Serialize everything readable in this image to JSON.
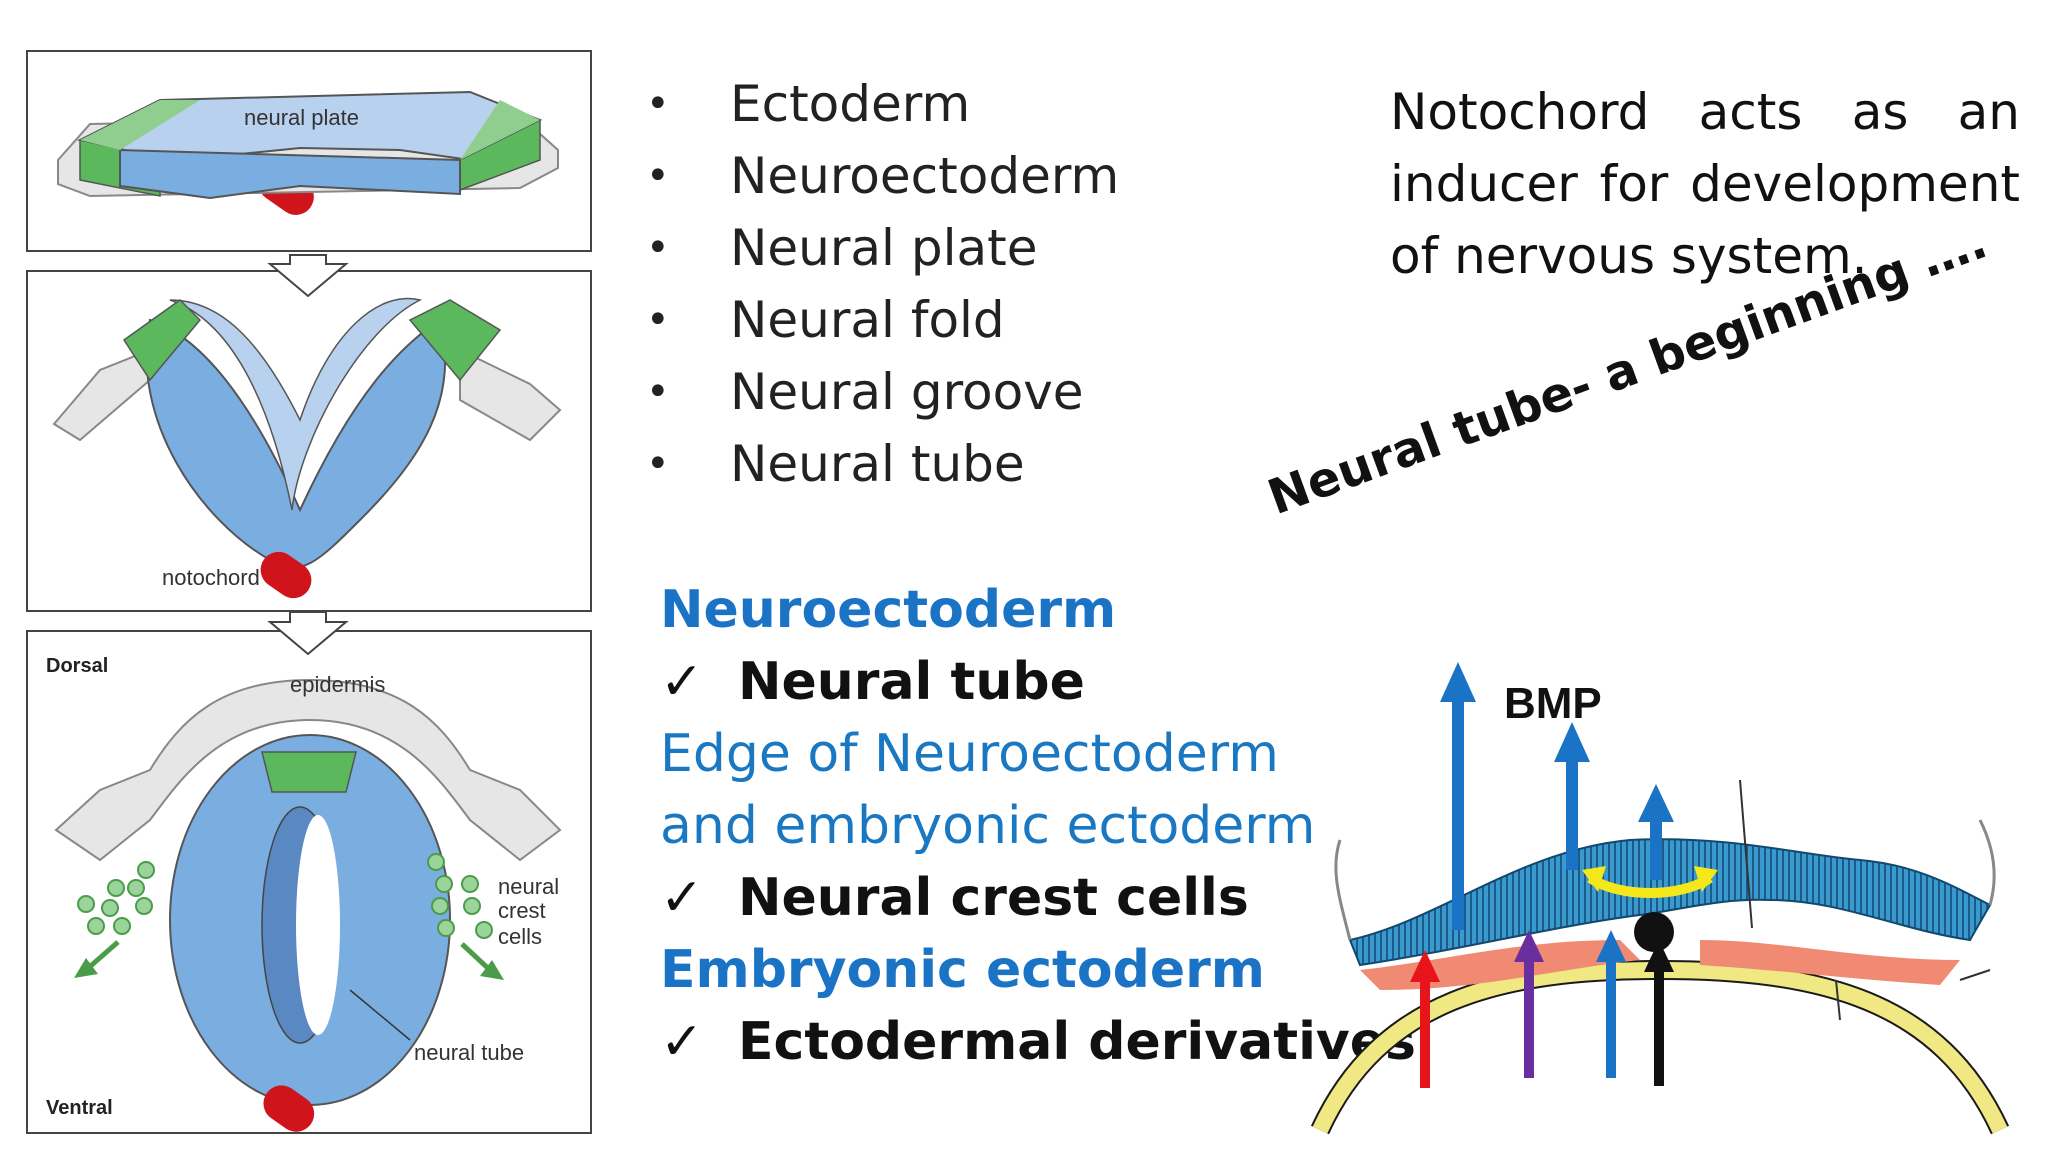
{
  "left_panel": {
    "panel1_label": "neural plate",
    "panel2_label": "notochord",
    "panel3_dorsal": "Dorsal",
    "panel3_ventral": "Ventral",
    "panel3_epidermis": "epidermis",
    "panel3_crest_line1": "neural",
    "panel3_crest_line2": "crest",
    "panel3_crest_line3": "cells",
    "panel3_tube": "neural tube"
  },
  "bullets": [
    "Ectoderm",
    "Neuroectoderm",
    "Neural plate",
    "Neural fold",
    "Neural groove",
    "Neural tube"
  ],
  "note": {
    "line1": "Notochord acts as an",
    "line2": "inducer for development",
    "line3": "of nervous system."
  },
  "diagram_title": "Neural tube- a beginning ….",
  "derivatives": {
    "h1": "Neuroectoderm",
    "c1": "Neural tube",
    "h2_line1": "Edge of Neuroectoderm",
    "h2_line2": "and embryonic ectoderm",
    "c2": "Neural crest cells",
    "h3": "Embryonic ectoderm",
    "c3": "Ectodermal derivatives",
    "check_symbol": "✓"
  },
  "bmp_label": "BMP",
  "colors": {
    "plate_blue": "#7aaee0",
    "plate_light": "#b8d1ee",
    "crest_green": "#5cb85c",
    "notochord_red": "#d0141c",
    "epidermis_grey": "#e6e6e6",
    "heading_blue": "#1a73c4",
    "arrow_blue": "#1a73c4",
    "arrow_red": "#e8141c",
    "arrow_purple": "#6a2f9e",
    "arrow_yellow": "#f5e81a"
  }
}
